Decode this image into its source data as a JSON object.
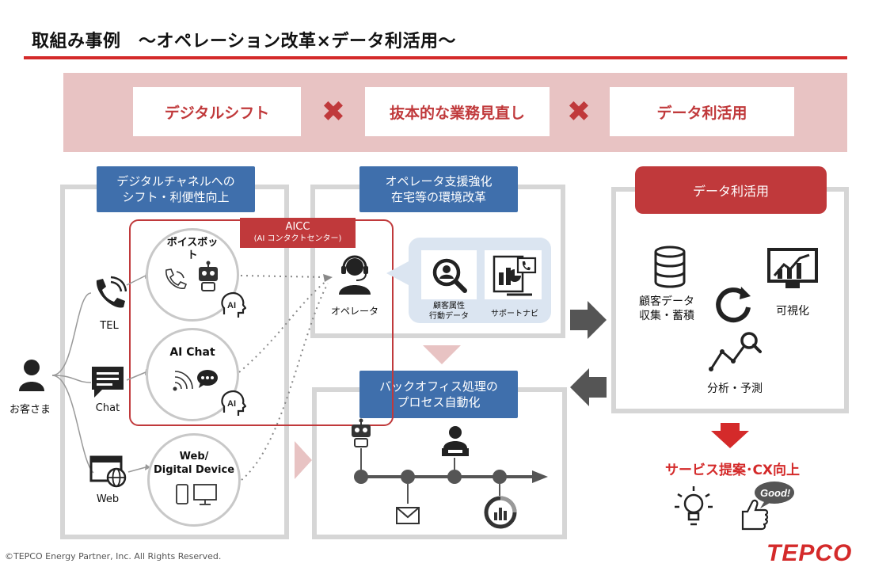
{
  "title": "取組み事例　～オペレーション改革×データ利活用～",
  "themes": {
    "item1": "デジタルシフト",
    "item2": "抜本的な業務見直し",
    "item3": "データ利活用",
    "times": "✖"
  },
  "left_panel": {
    "label_line1": "デジタルチャネルへの",
    "label_line2": "シフト・利便性向上",
    "customer": "お客さま",
    "tel": "TEL",
    "chat": "Chat",
    "web": "Web",
    "voicebot_line1": "ボイスボッ",
    "voicebot_line2": "ト",
    "ai_chat": "AI Chat",
    "web_device_line1": "Web/",
    "web_device_line2": "Digital Device",
    "ai_badge": "AI"
  },
  "aicc": {
    "title": "AICC",
    "subtitle": "(AI コンタクトセンター)"
  },
  "middle_panel": {
    "label_line1": "オペレータ支援強化",
    "label_line2": "在宅等の環境改革",
    "operator": "オペレータ",
    "customer_attr_line1": "顧客属性",
    "customer_attr_line2": "行動データ",
    "support_navi": "サポートナビ"
  },
  "back_office": {
    "label_line1": "バックオフィス処理の",
    "label_line2": "プロセス自動化"
  },
  "data_panel": {
    "label": "データ利活用",
    "collect_line1": "顧客データ",
    "collect_line2": "収集・蓄積",
    "visualize": "可視化",
    "analyze": "分析・予測"
  },
  "result": {
    "text": "サービス提案･CX向上",
    "good_badge": "Good!"
  },
  "footer": {
    "copyright": "©TEPCO Energy Partner, Inc. All Rights Reserved.",
    "logo": "TEPCO"
  },
  "colors": {
    "accent_red": "#c0393b",
    "label_blue": "#3f6fac",
    "band_pink": "#e8c3c3",
    "panel_gray": "#d6d6d6"
  }
}
